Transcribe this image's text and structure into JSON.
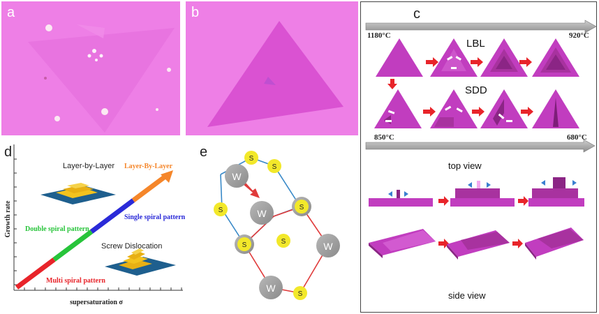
{
  "panels": {
    "a": {
      "letter": "a"
    },
    "b": {
      "letter": "b"
    },
    "c": {
      "letter": "c",
      "temp_top_left": "1180°C",
      "temp_top_right": "920°C",
      "lbl_label": "LBL",
      "sdd_label": "SDD",
      "temp_bottom_left": "850°C",
      "temp_bottom_right": "680°C",
      "top_view_label": "top view",
      "side_view_label": "side view"
    },
    "d": {
      "letter": "d",
      "chart_data": {
        "type": "line",
        "xlabel": "supersaturation σ",
        "ylabel": "Growth rate",
        "segments": [
          {
            "label": "Multi spiral pattern",
            "color": "#e8242a"
          },
          {
            "label": "Double spiral pattern",
            "color": "#27c43a"
          },
          {
            "label": "Single spiral pattern",
            "color": "#2a2ad8"
          },
          {
            "label": "Layer-By-Layer",
            "color": "#f5862a"
          }
        ]
      },
      "inset_top_label": "Layer-by-Layer",
      "inset_bottom_label": "Screw Dislocation"
    },
    "e": {
      "letter": "e",
      "atom_w": "W",
      "atom_s": "S"
    }
  },
  "colors": {
    "substrate_pink": "#ee7fe6",
    "crystal_magenta": "#c13dbf",
    "arrow_red": "#e8242a",
    "arrow_blue": "#3a7fd0",
    "bond_blue": "#3a8ac8",
    "bond_red": "#e03b3b",
    "atom_w_gray": "#9c9c9c",
    "atom_s_yellow": "#f2e82a"
  }
}
